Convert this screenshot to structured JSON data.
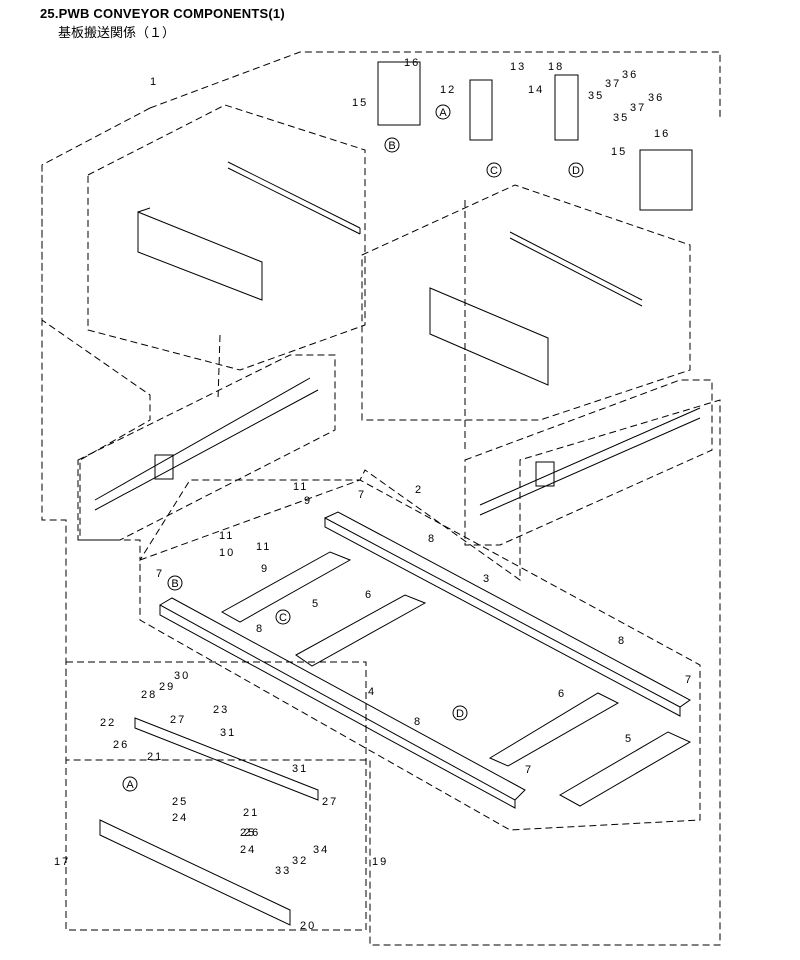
{
  "header": {
    "title": "25.PWB CONVEYOR COMPONENTS(1)",
    "subtitle": "基板搬送関係（１）"
  },
  "part_labels": [
    "1",
    "2",
    "3",
    "4",
    "5",
    "5",
    "6",
    "6",
    "7",
    "7",
    "7",
    "7",
    "8",
    "8",
    "8",
    "8",
    "9",
    "9",
    "10",
    "11",
    "11",
    "11",
    "12",
    "13",
    "14",
    "15",
    "15",
    "16",
    "16",
    "17",
    "18",
    "19",
    "20",
    "21",
    "21",
    "22",
    "23",
    "24",
    "24",
    "25",
    "25",
    "26",
    "26",
    "27",
    "27",
    "29",
    "28",
    "30",
    "31",
    "31",
    "32",
    "33",
    "34",
    "35",
    "35",
    "36",
    "36",
    "37",
    "37"
  ],
  "callouts": [
    "A",
    "A",
    "B",
    "B",
    "C",
    "C",
    "D",
    "D"
  ]
}
